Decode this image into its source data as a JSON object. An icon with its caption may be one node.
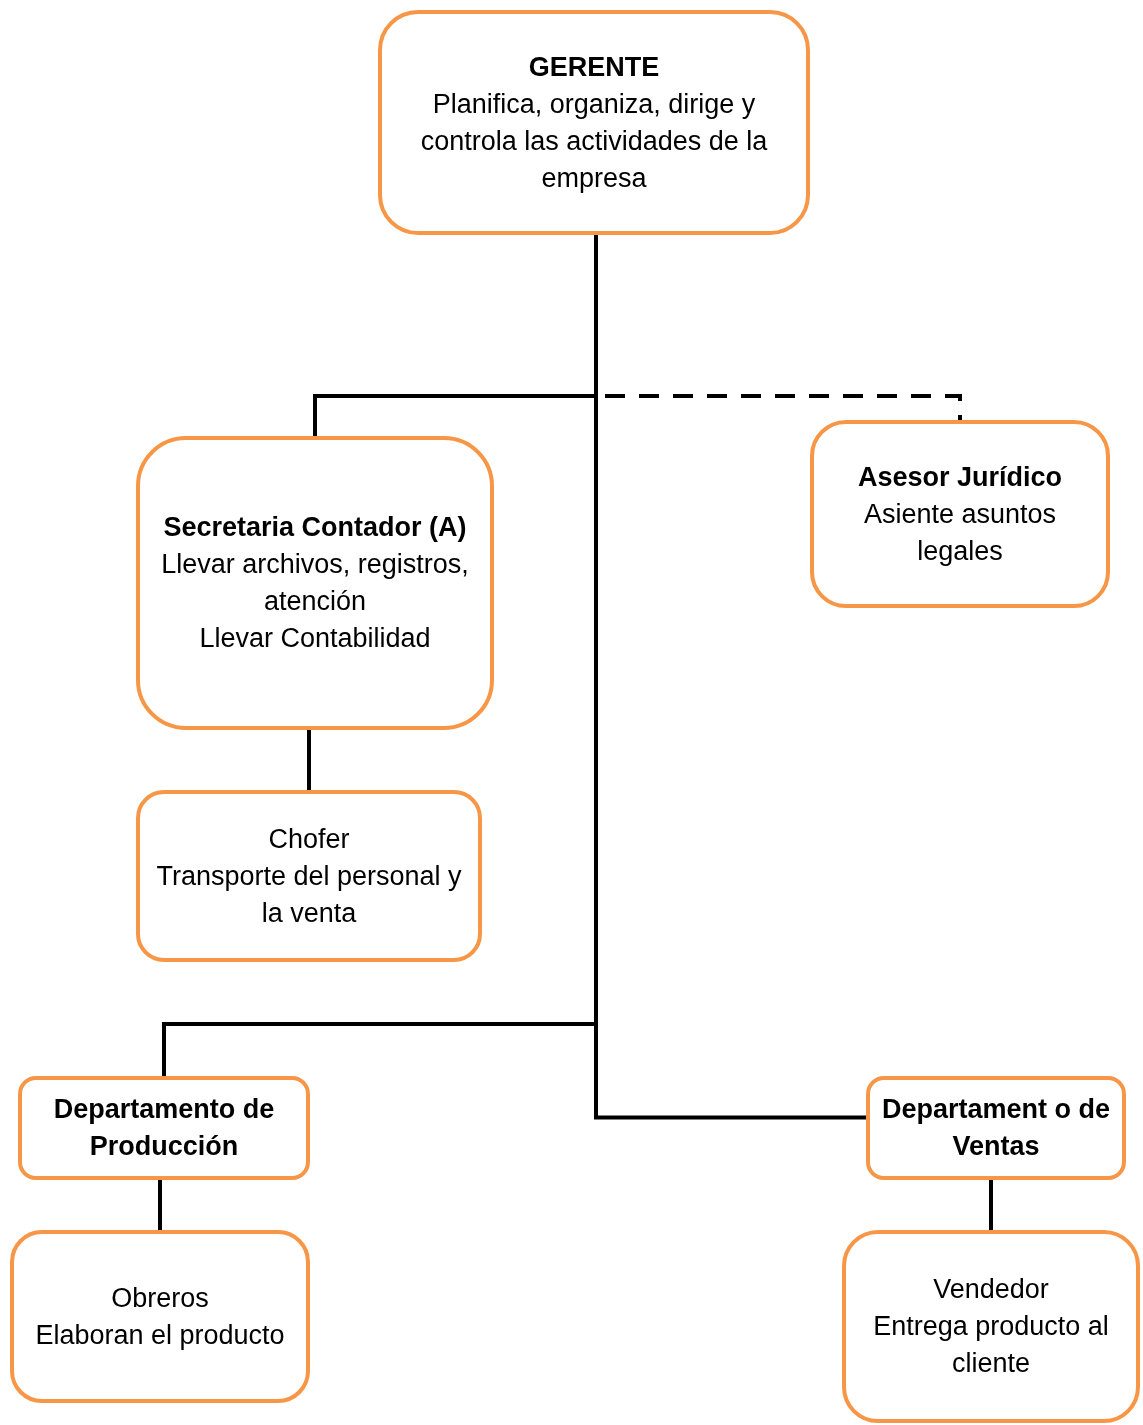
{
  "diagram": {
    "nodes": [
      {
        "text": [
          "GERENTE",
          "Planifica, organiza, dirige y controla las actividades de la empresa"
        ]
      },
      {
        "text": [
          "Secretaria Contador (A)",
          "Llevar archivos, registros, atención",
          "Llevar Contabilidad"
        ]
      },
      {
        "text": [
          "Asesor Jurídico",
          "Asiente asuntos legales"
        ]
      },
      {
        "text": [
          "Chofer",
          "Transporte del personal y la venta"
        ]
      },
      {
        "text": [
          "Departamento de Producción"
        ]
      },
      {
        "text": [
          "Departament o de Ventas"
        ]
      },
      {
        "text": [
          "Obreros",
          "Elaboran el producto"
        ]
      },
      {
        "text": [
          "Vendedor",
          "Entrega producto al cliente"
        ]
      }
    ],
    "edges": [
      {
        "from": 0,
        "to": 1,
        "arrow": "none"
      },
      {
        "from": 0,
        "to": 2,
        "arrow": "none",
        "style": "dashed"
      },
      {
        "from": 1,
        "to": 3,
        "arrow": "none"
      },
      {
        "from": 0,
        "to": 4,
        "arrow": "none"
      },
      {
        "from": 0,
        "to": 5,
        "arrow": "none"
      },
      {
        "from": 4,
        "to": 6,
        "arrow": "none"
      },
      {
        "from": 5,
        "to": 7,
        "arrow": "none"
      }
    ]
  }
}
